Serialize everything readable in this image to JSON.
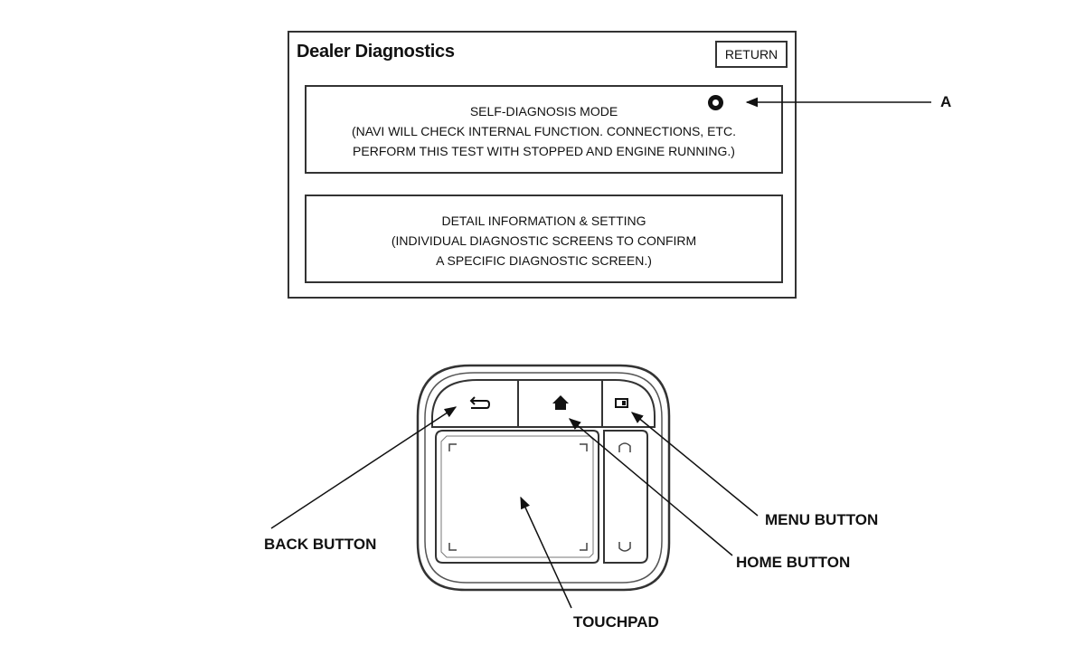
{
  "screen": {
    "title": "Dealer Diagnostics",
    "return_label": "RETURN",
    "options": [
      {
        "lines": [
          "SELF-DIAGNOSIS MODE",
          "(NAVI WILL CHECK INTERNAL FUNCTION. CONNECTIONS, ETC.",
          "PERFORM THIS TEST WITH STOPPED AND ENGINE RUNNING.)"
        ]
      },
      {
        "lines": [
          "DETAIL INFORMATION & SETTING",
          "(INDIVIDUAL DIAGNOSTIC SCREENS TO CONFIRM",
          "A SPECIFIC DIAGNOSTIC SCREEN.)"
        ]
      }
    ]
  },
  "callouts": {
    "a": "A",
    "back": "BACK BUTTON",
    "home": "HOME BUTTON",
    "menu": "MENU BUTTON",
    "touchpad": "TOUCHPAD"
  },
  "icons": {
    "back": "back-arrow-icon",
    "home": "home-icon",
    "menu": "menu-icon"
  }
}
